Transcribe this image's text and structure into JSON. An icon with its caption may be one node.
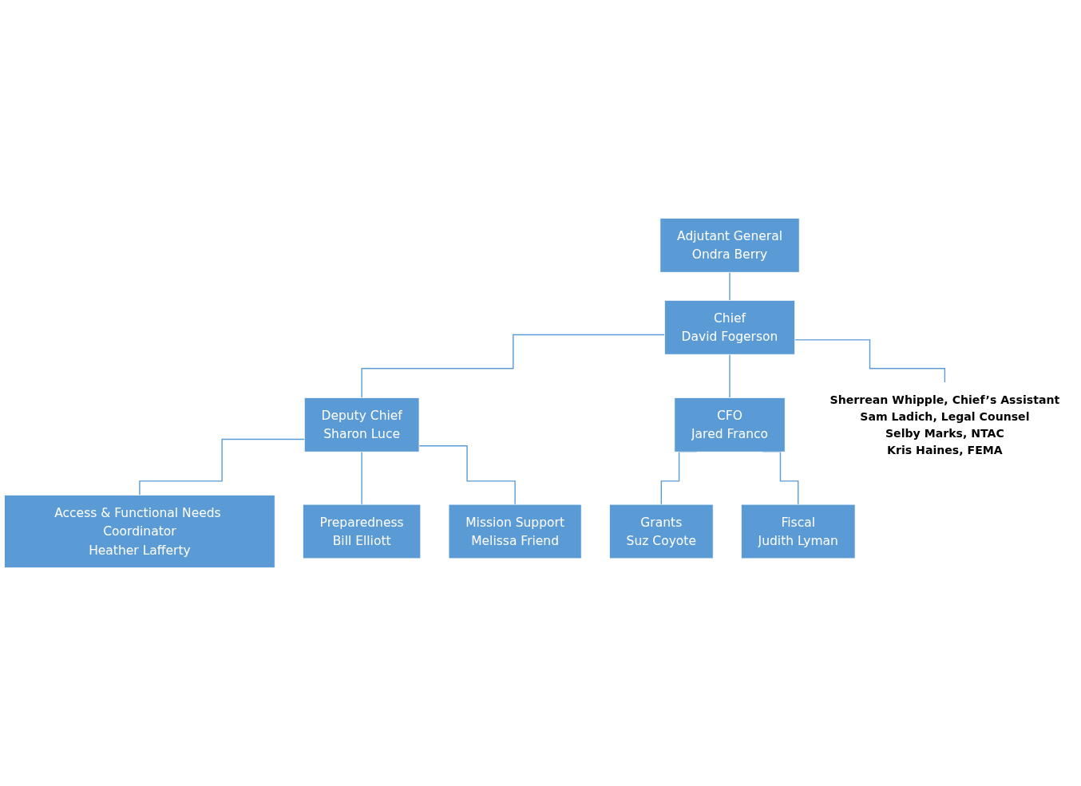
{
  "diagram": {
    "nodes": [
      {
        "text": [
          "Adjutant General",
          "Ondra Berry"
        ]
      },
      {
        "text": [
          "Chief",
          "David Fogerson"
        ]
      },
      {
        "text": [
          "Sherrean Whipple, Chief’s Assistant",
          "Sam Ladich, Legal Counsel",
          "Selby Marks, NTAC",
          "Kris Haines, FEMA"
        ]
      },
      {
        "text": [
          "Deputy Chief",
          "Sharon Luce"
        ]
      },
      {
        "text": [
          "CFO",
          "Jared Franco"
        ]
      },
      {
        "text": [
          "Access & Functional Needs Coordinator",
          "Heather Lafferty"
        ]
      },
      {
        "text": [
          "Grants",
          "Suz Coyote"
        ]
      },
      {
        "text": [
          "Fiscal",
          "Judith Lyman"
        ]
      },
      {
        "text": [
          "Preparedness",
          "Bill Elliott"
        ]
      },
      {
        "text": [
          "Mission Support",
          "Melissa Friend"
        ]
      }
    ],
    "edges": [
      {
        "from": 0,
        "to": 1,
        "arrow": "none"
      },
      {
        "from": 1,
        "to": 2,
        "arrow": "none"
      },
      {
        "from": 1,
        "to": 3,
        "arrow": "none"
      },
      {
        "from": 1,
        "to": 4,
        "arrow": "none"
      },
      {
        "from": 3,
        "to": 5,
        "arrow": "none"
      },
      {
        "from": 4,
        "to": 6,
        "arrow": "none"
      },
      {
        "from": 4,
        "to": 7,
        "arrow": "none"
      },
      {
        "from": 3,
        "to": 8,
        "arrow": "none"
      },
      {
        "from": 3,
        "to": 9,
        "arrow": "none"
      }
    ]
  }
}
